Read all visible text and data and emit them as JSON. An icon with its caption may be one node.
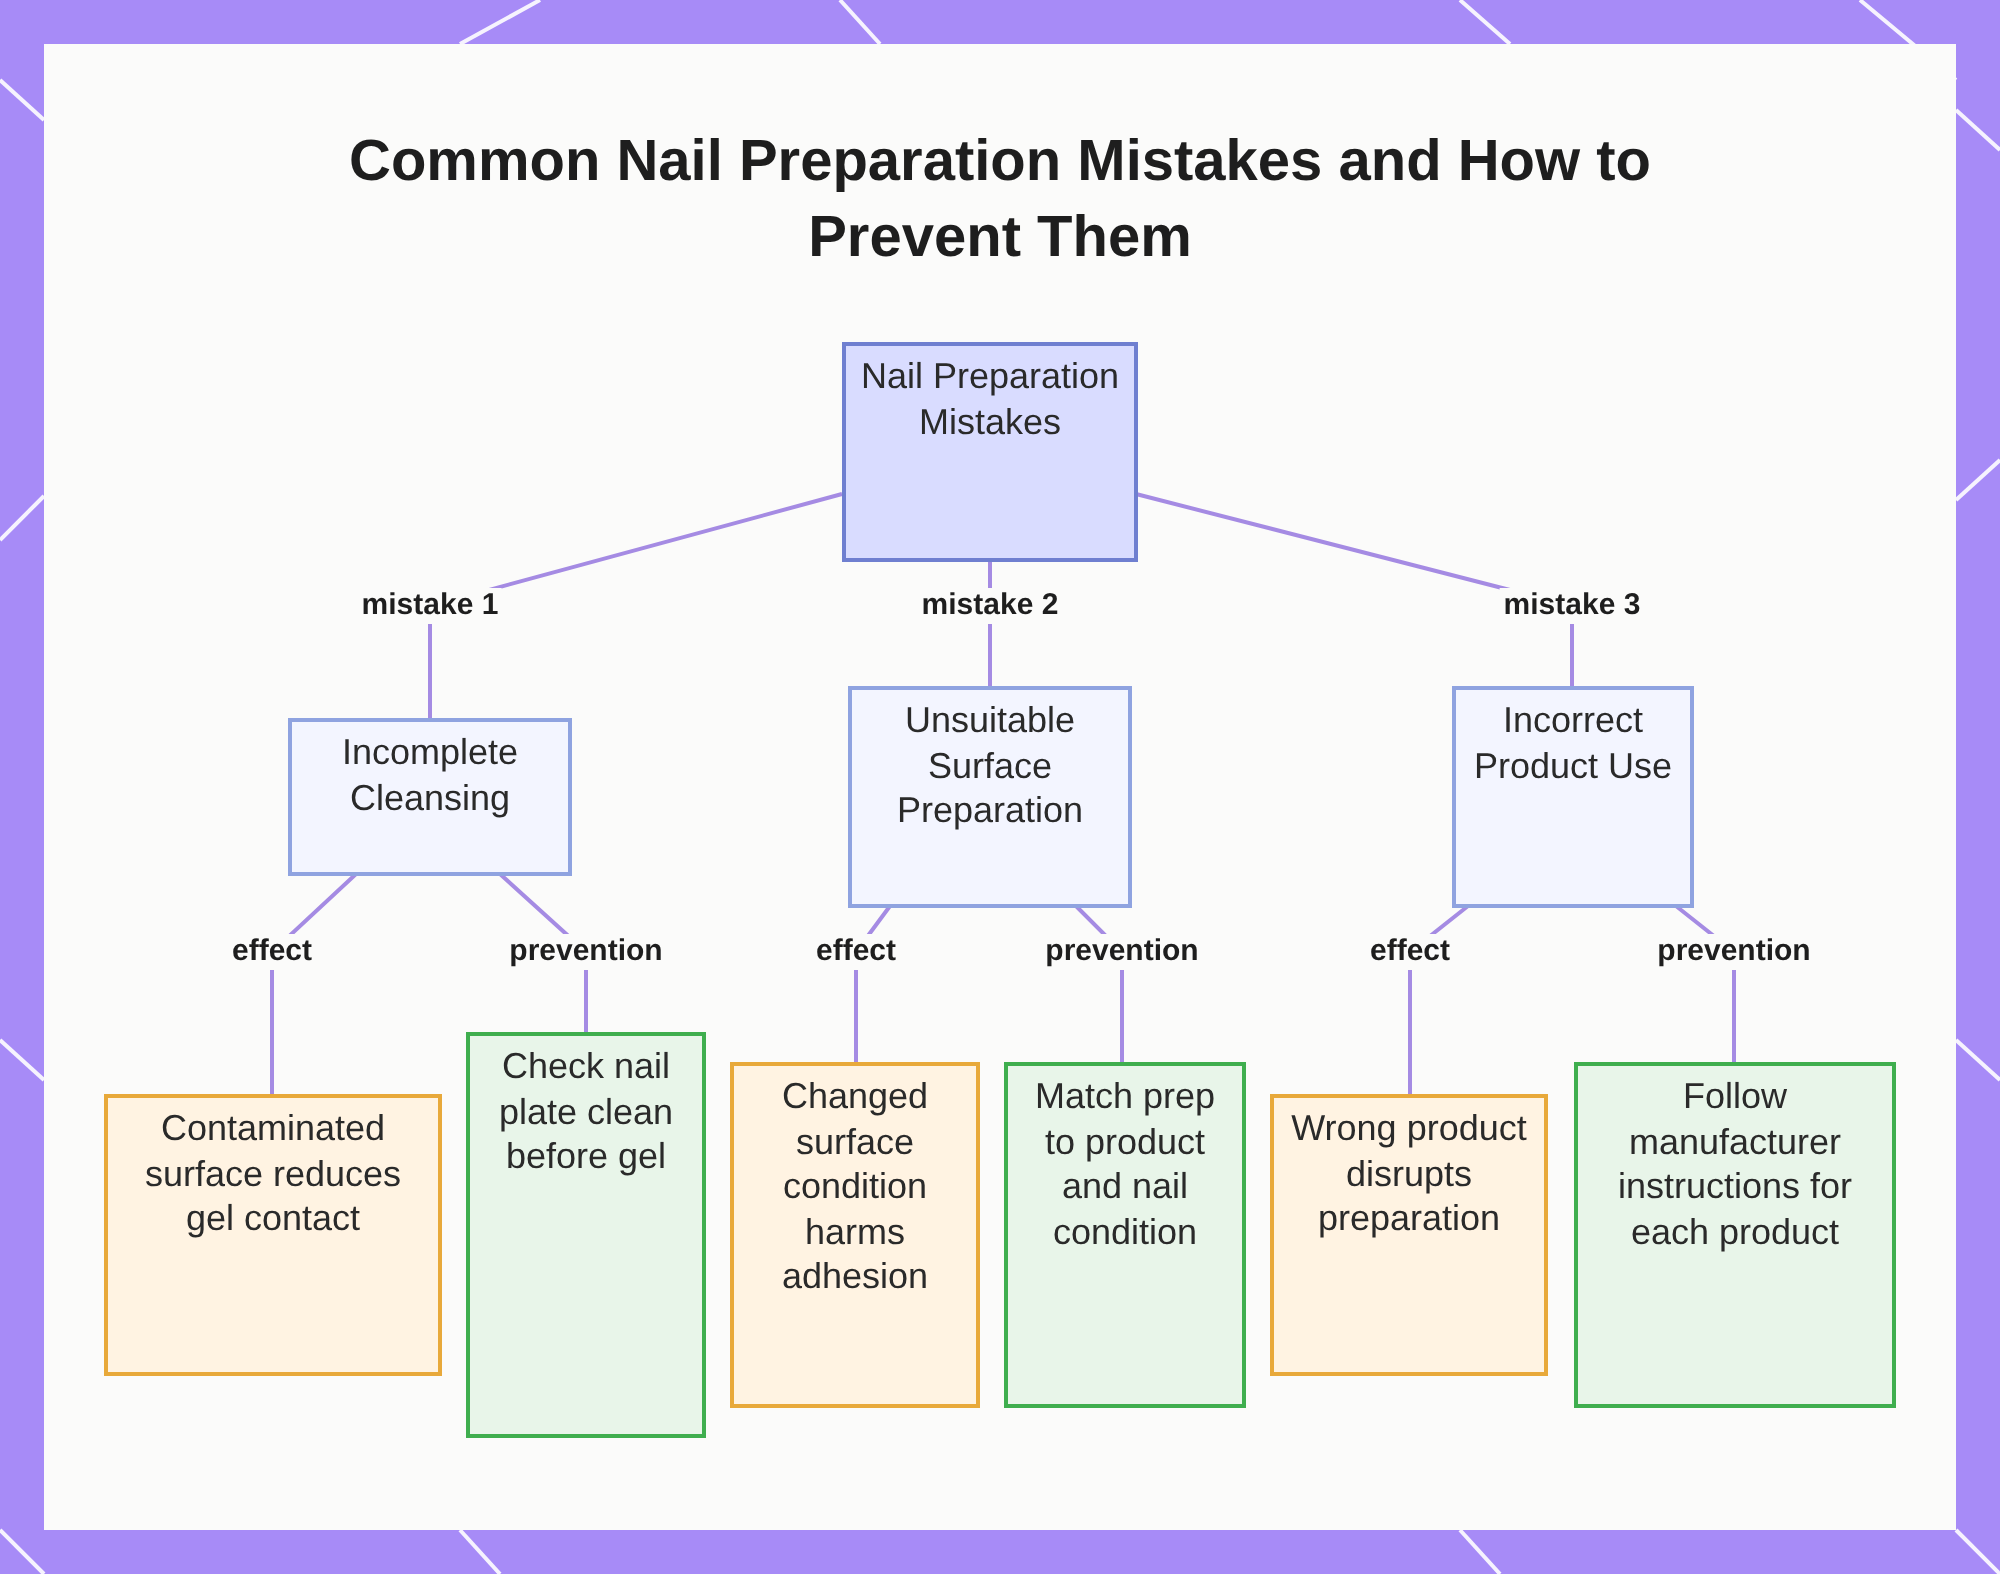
{
  "diagram": {
    "title": "Common Nail Preparation Mistakes and How to Prevent Them",
    "nodes": [
      {
        "text": [
          "Nail Preparation Mistakes"
        ]
      },
      {
        "text": [
          "Incomplete Cleansing"
        ]
      },
      {
        "text": [
          "Unsuitable Surface Preparation"
        ]
      },
      {
        "text": [
          "Incorrect Product Use"
        ]
      },
      {
        "text": [
          "Contaminated surface reduces gel contact"
        ]
      },
      {
        "text": [
          "Check nail plate clean before gel"
        ]
      },
      {
        "text": [
          "Changed surface condition harms adhesion"
        ]
      },
      {
        "text": [
          "Match prep to product and nail condition"
        ]
      },
      {
        "text": [
          "Wrong product disrupts preparation"
        ]
      },
      {
        "text": [
          "Follow manufacturer instructions for each product"
        ]
      }
    ],
    "edges": [
      {
        "from": 0,
        "to": 1,
        "arrow": "none",
        "label": "mistake 1"
      },
      {
        "from": 0,
        "to": 2,
        "arrow": "none",
        "label": "mistake 2"
      },
      {
        "from": 0,
        "to": 3,
        "arrow": "none",
        "label": "mistake 3"
      },
      {
        "from": 1,
        "to": 4,
        "arrow": "none",
        "label": "effect"
      },
      {
        "from": 1,
        "to": 5,
        "arrow": "none",
        "label": "prevention"
      },
      {
        "from": 2,
        "to": 6,
        "arrow": "none",
        "label": "effect"
      },
      {
        "from": 2,
        "to": 7,
        "arrow": "none",
        "label": "prevention"
      },
      {
        "from": 3,
        "to": 8,
        "arrow": "none",
        "label": "effect"
      },
      {
        "from": 3,
        "to": 9,
        "arrow": "none",
        "label": "prevention"
      }
    ]
  }
}
